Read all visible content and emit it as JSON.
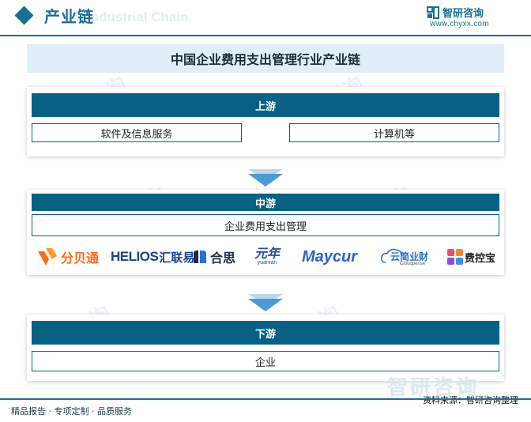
{
  "header": {
    "title": "产业链",
    "ghost_subtitle": "Industrial Chain",
    "brand_name": "智研咨询",
    "brand_url": "www.chyxx.com"
  },
  "diagram": {
    "title": "中国企业费用支出管理行业产业链",
    "upstream": {
      "label": "上游",
      "items": [
        "软件及信息服务",
        "计算机等"
      ]
    },
    "midstream": {
      "label": "中游",
      "items": [
        "企业费用支出管理"
      ],
      "companies": [
        {
          "name": "分贝通",
          "icon": "fenbeitong-logo-icon",
          "color": "#ff6a13"
        },
        {
          "name": "汇联易",
          "prefix": "HELIOS",
          "icon": "helios-logo-icon",
          "color": "#1d3f8f"
        },
        {
          "name": "合思",
          "icon": "hesi-logo-icon",
          "color": "#2a6fd6"
        },
        {
          "name": "元年",
          "sub": "yuanian",
          "icon": "yuanian-logo-icon",
          "color": "#1f4fa8"
        },
        {
          "name": "Maycur",
          "icon": "maycur-logo-icon",
          "color": "#2a63c9"
        },
        {
          "name": "云简业财",
          "sub": "Cloudpense",
          "icon": "cloudpense-logo-icon",
          "color": "#2a74c7"
        },
        {
          "name": "费控宝",
          "icon": "feikongbao-logo-icon",
          "color": "#e84c7a"
        }
      ]
    },
    "downstream": {
      "label": "下游",
      "items": [
        "企业"
      ]
    }
  },
  "watermark": "智研咨询",
  "footer": {
    "left": "精品报告 · 专项定制 · 品质服务",
    "source": "资料来源：智研咨询整理"
  },
  "colors": {
    "primary": "#066184",
    "accent": "#1a6f96",
    "banner_bg": "#dfeef7",
    "arrow": "#4a9ad6"
  }
}
